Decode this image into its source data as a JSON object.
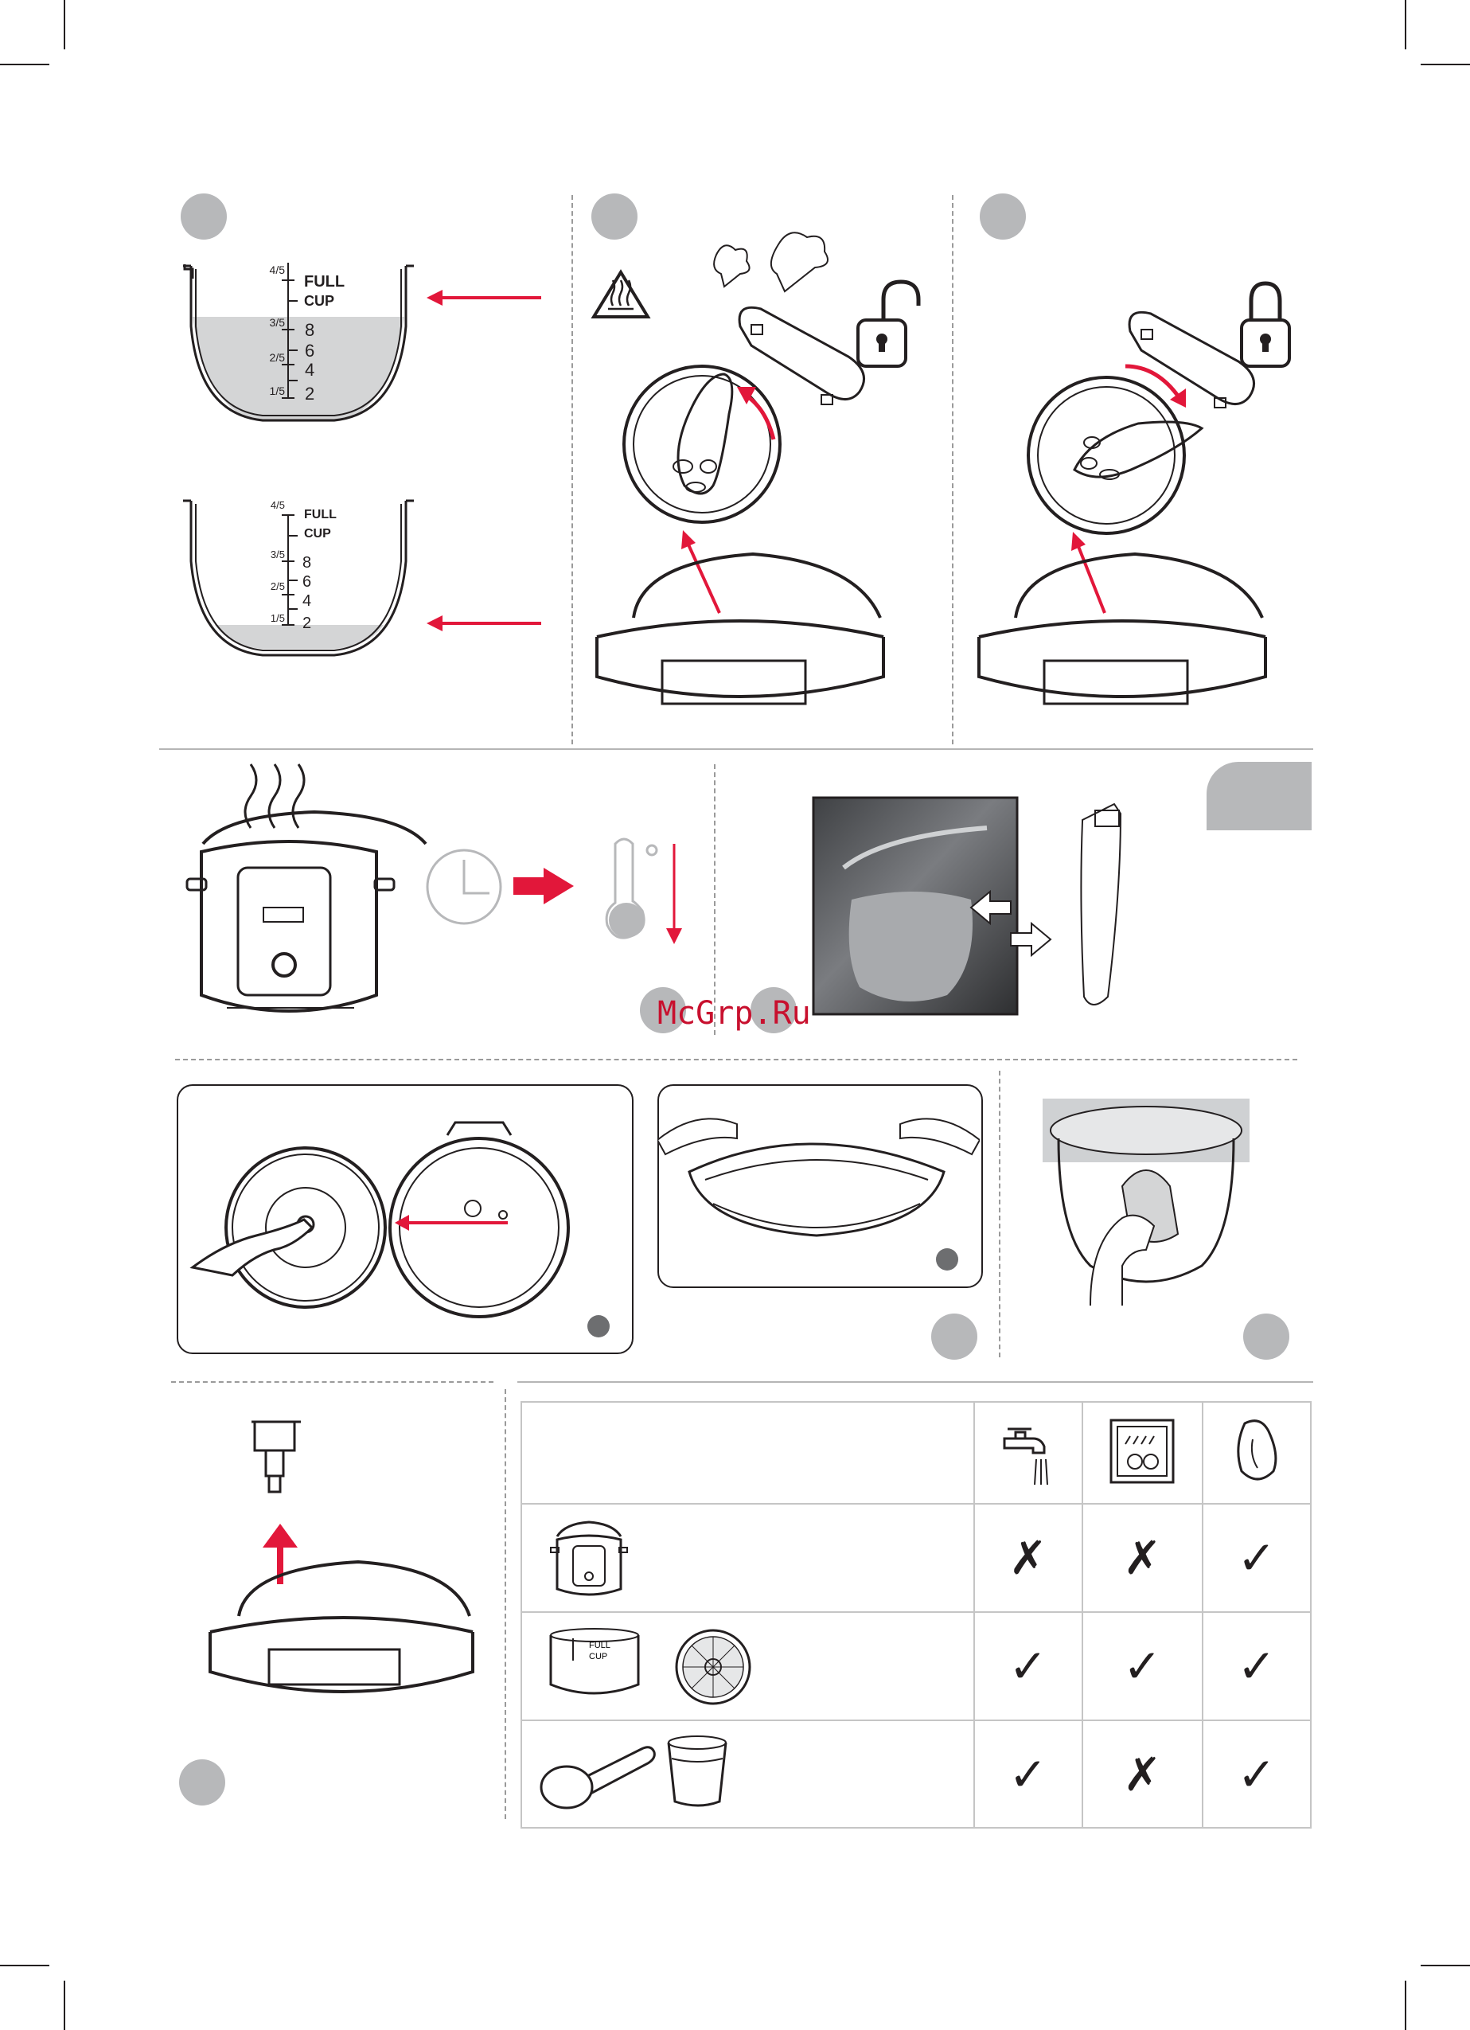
{
  "cup_scale": {
    "fractions": [
      "4/5",
      "3/5",
      "2/5",
      "1/5"
    ],
    "full_label_line1": "FULL",
    "full_label_line2": "CUP",
    "cup_marks": [
      "8",
      "6",
      "4",
      "2"
    ]
  },
  "small_pot_label": {
    "line1": "FULL",
    "line2": "CUP"
  },
  "watermark": "McGrp.Ru",
  "care_table": {
    "columns": [
      "tap-water-icon",
      "dishwasher-icon",
      "sponge-icon"
    ],
    "rows": [
      {
        "item": "cooker-body",
        "marks": [
          "✗",
          "✗",
          "✓"
        ]
      },
      {
        "item": "inner-pot-and-steam-basket",
        "marks": [
          "✓",
          "✓",
          "✓"
        ]
      },
      {
        "item": "spoon-and-measuring-cup",
        "marks": [
          "✓",
          "✗",
          "✓"
        ]
      }
    ]
  },
  "colors": {
    "accent_red": "#e2173a",
    "step_grey": "#b7b8ba",
    "ink": "#231f20"
  }
}
